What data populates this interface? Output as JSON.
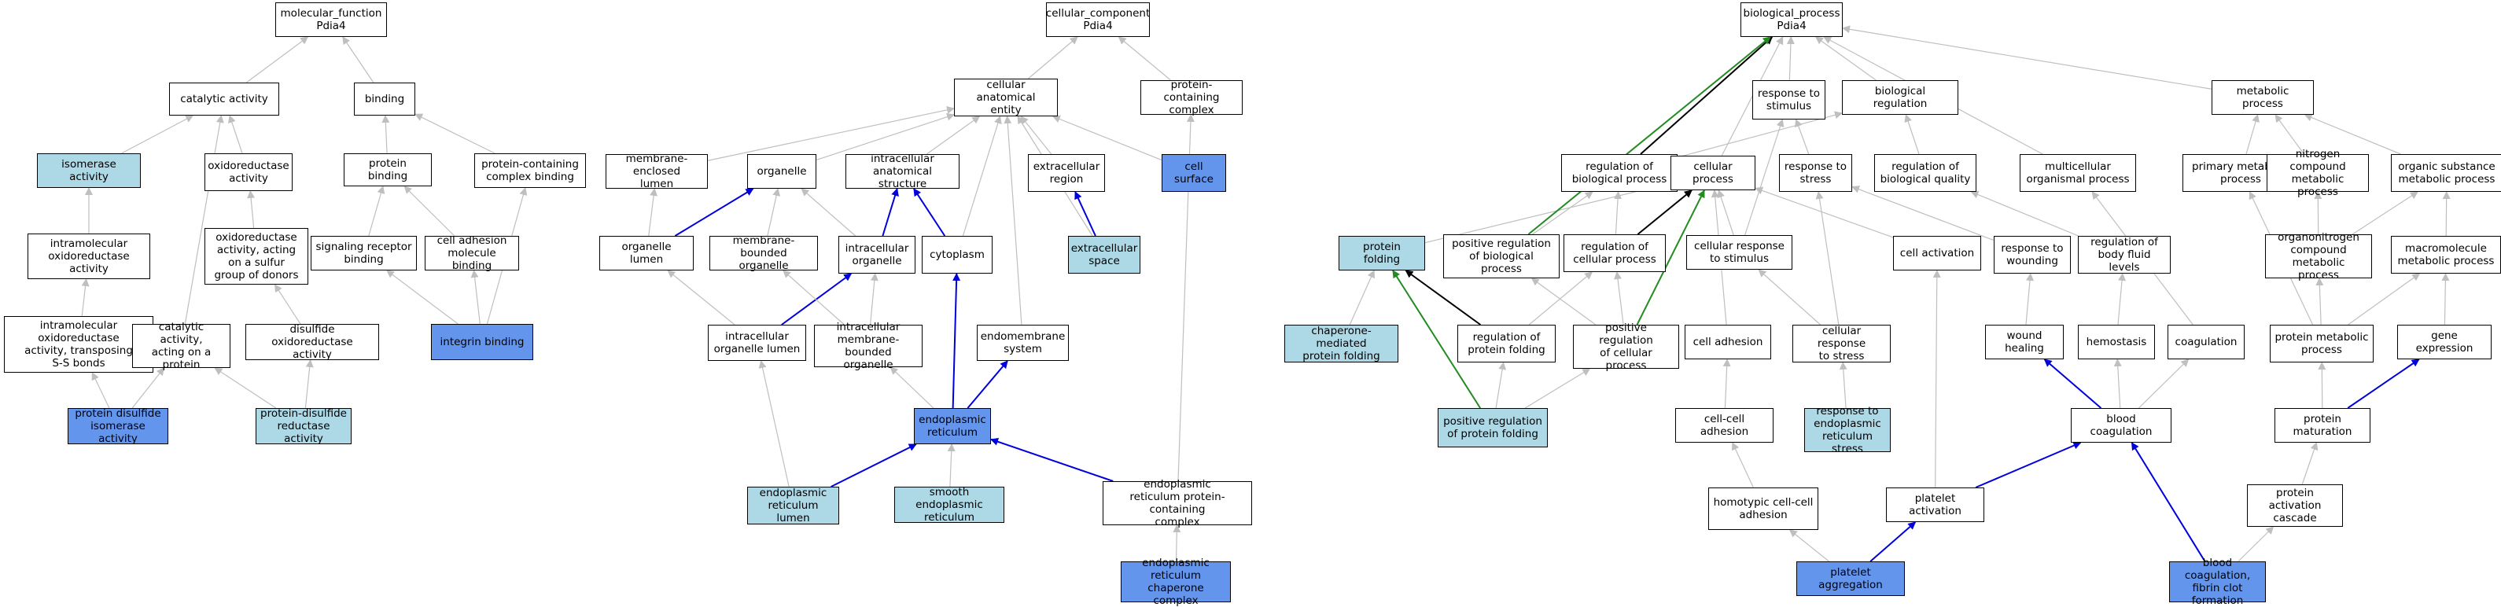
{
  "graph": {
    "nodes": [
      {
        "id": "mf_root",
        "label": "molecular_function\nPdia4",
        "fill": "#ffffff"
      },
      {
        "id": "catalytic",
        "label": "catalytic activity",
        "fill": "#ffffff"
      },
      {
        "id": "binding",
        "label": "binding",
        "fill": "#ffffff"
      },
      {
        "id": "isomerase",
        "label": "isomerase activity",
        "fill": "#add8e6"
      },
      {
        "id": "oxidoreductase",
        "label": "oxidoreductase\nactivity",
        "fill": "#ffffff"
      },
      {
        "id": "protein_binding",
        "label": "protein binding",
        "fill": "#ffffff"
      },
      {
        "id": "pc_complex_binding",
        "label": "protein-containing\ncomplex binding",
        "fill": "#ffffff"
      },
      {
        "id": "intramol_oxido",
        "label": "intramolecular\noxidoreductase\nactivity",
        "fill": "#ffffff"
      },
      {
        "id": "oxido_sulfur",
        "label": "oxidoreductase\nactivity, acting\non a sulfur\ngroup of donors",
        "fill": "#ffffff"
      },
      {
        "id": "signaling_receptor",
        "label": "signaling receptor\nbinding",
        "fill": "#ffffff"
      },
      {
        "id": "cell_adhesion_binding",
        "label": "cell adhesion\nmolecule binding",
        "fill": "#ffffff"
      },
      {
        "id": "intramol_transposing",
        "label": "intramolecular\noxidoreductase\nactivity, transposing\nS-S bonds",
        "fill": "#ffffff"
      },
      {
        "id": "catalytic_protein",
        "label": "catalytic activity,\nacting on a\nprotein",
        "fill": "#ffffff"
      },
      {
        "id": "disulfide_oxido",
        "label": "disulfide oxidoreductase\nactivity",
        "fill": "#ffffff"
      },
      {
        "id": "integrin",
        "label": "integrin binding",
        "fill": "#6495ed"
      },
      {
        "id": "pdi_isomerase",
        "label": "protein disulfide\nisomerase activity",
        "fill": "#6495ed"
      },
      {
        "id": "pd_reductase",
        "label": "protein-disulfide\nreductase activity",
        "fill": "#add8e6"
      },
      {
        "id": "cc_root",
        "label": "cellular_component\nPdia4",
        "fill": "#ffffff"
      },
      {
        "id": "cae",
        "label": "cellular anatomical\nentity",
        "fill": "#ffffff"
      },
      {
        "id": "pc_complex",
        "label": "protein-containing\ncomplex",
        "fill": "#ffffff"
      },
      {
        "id": "membrane_enclosed",
        "label": "membrane-enclosed\nlumen",
        "fill": "#ffffff"
      },
      {
        "id": "organelle",
        "label": "organelle",
        "fill": "#ffffff"
      },
      {
        "id": "intracellular_structure",
        "label": "intracellular\nanatomical structure",
        "fill": "#ffffff"
      },
      {
        "id": "extracellular_region",
        "label": "extracellular\nregion",
        "fill": "#ffffff"
      },
      {
        "id": "cell_surface",
        "label": "cell surface",
        "fill": "#6495ed"
      },
      {
        "id": "organelle_lumen",
        "label": "organelle lumen",
        "fill": "#ffffff"
      },
      {
        "id": "membrane_bounded",
        "label": "membrane-bounded\norganelle",
        "fill": "#ffffff"
      },
      {
        "id": "intracellular_organelle",
        "label": "intracellular\norganelle",
        "fill": "#ffffff"
      },
      {
        "id": "cytoplasm",
        "label": "cytoplasm",
        "fill": "#ffffff"
      },
      {
        "id": "extracellular_space",
        "label": "extracellular\nspace",
        "fill": "#add8e6"
      },
      {
        "id": "io_lumen",
        "label": "intracellular\norganelle lumen",
        "fill": "#ffffff"
      },
      {
        "id": "imb_organelle",
        "label": "intracellular\nmembrane-bounded\norganelle",
        "fill": "#ffffff"
      },
      {
        "id": "endomembrane",
        "label": "endomembrane\nsystem",
        "fill": "#ffffff"
      },
      {
        "id": "er",
        "label": "endoplasmic\nreticulum",
        "fill": "#6495ed"
      },
      {
        "id": "er_lumen",
        "label": "endoplasmic\nreticulum lumen",
        "fill": "#add8e6"
      },
      {
        "id": "smooth_er",
        "label": "smooth endoplasmic\nreticulum",
        "fill": "#add8e6"
      },
      {
        "id": "er_pc_complex",
        "label": "endoplasmic\nreticulum protein-containing\ncomplex",
        "fill": "#ffffff"
      },
      {
        "id": "er_chaperone",
        "label": "endoplasmic\nreticulum chaperone\ncomplex",
        "fill": "#6495ed"
      },
      {
        "id": "bp_root",
        "label": "biological_process\nPdia4",
        "fill": "#ffffff"
      },
      {
        "id": "response_stimulus",
        "label": "response to\nstimulus",
        "fill": "#ffffff"
      },
      {
        "id": "biological_regulation",
        "label": "biological regulation",
        "fill": "#ffffff"
      },
      {
        "id": "metabolic",
        "label": "metabolic process",
        "fill": "#ffffff"
      },
      {
        "id": "reg_bio_process",
        "label": "regulation of\nbiological process",
        "fill": "#ffffff"
      },
      {
        "id": "cellular_process",
        "label": "cellular process",
        "fill": "#ffffff"
      },
      {
        "id": "response_stress",
        "label": "response to\nstress",
        "fill": "#ffffff"
      },
      {
        "id": "reg_bio_quality",
        "label": "regulation of\nbiological quality",
        "fill": "#ffffff"
      },
      {
        "id": "multicellular",
        "label": "multicellular\norganismal process",
        "fill": "#ffffff"
      },
      {
        "id": "primary_metabolic",
        "label": "primary metabolic\nprocess",
        "fill": "#ffffff"
      },
      {
        "id": "nitrogen_compound",
        "label": "nitrogen compound\nmetabolic process",
        "fill": "#ffffff"
      },
      {
        "id": "organic_substance",
        "label": "organic substance\nmetabolic process",
        "fill": "#ffffff"
      },
      {
        "id": "protein_folding",
        "label": "protein folding",
        "fill": "#add8e6"
      },
      {
        "id": "pos_reg_bio",
        "label": "positive regulation\nof biological\nprocess",
        "fill": "#ffffff"
      },
      {
        "id": "reg_cellular",
        "label": "regulation of\ncellular process",
        "fill": "#ffffff"
      },
      {
        "id": "cell_resp_stimulus",
        "label": "cellular response\nto stimulus",
        "fill": "#ffffff"
      },
      {
        "id": "cell_activation",
        "label": "cell activation",
        "fill": "#ffffff"
      },
      {
        "id": "resp_wounding",
        "label": "response to\nwounding",
        "fill": "#ffffff"
      },
      {
        "id": "reg_body_fluid",
        "label": "regulation of\nbody fluid levels",
        "fill": "#ffffff"
      },
      {
        "id": "organonitrogen",
        "label": "organonitrogen\ncompound metabolic\nprocess",
        "fill": "#ffffff"
      },
      {
        "id": "macromolecule",
        "label": "macromolecule\nmetabolic process",
        "fill": "#ffffff"
      },
      {
        "id": "chaperone_folding",
        "label": "chaperone-mediated\nprotein folding",
        "fill": "#add8e6"
      },
      {
        "id": "reg_protein_folding",
        "label": "regulation of\nprotein folding",
        "fill": "#ffffff"
      },
      {
        "id": "pos_reg_cellular",
        "label": "positive regulation\nof cellular\nprocess",
        "fill": "#ffffff"
      },
      {
        "id": "cell_adhesion",
        "label": "cell adhesion",
        "fill": "#ffffff"
      },
      {
        "id": "cell_resp_stress",
        "label": "cellular response\nto stress",
        "fill": "#ffffff"
      },
      {
        "id": "wound_healing",
        "label": "wound healing",
        "fill": "#ffffff"
      },
      {
        "id": "hemostasis",
        "label": "hemostasis",
        "fill": "#ffffff"
      },
      {
        "id": "coagulation",
        "label": "coagulation",
        "fill": "#ffffff"
      },
      {
        "id": "protein_metabolic",
        "label": "protein metabolic\nprocess",
        "fill": "#ffffff"
      },
      {
        "id": "gene_expression",
        "label": "gene expression",
        "fill": "#ffffff"
      },
      {
        "id": "pos_reg_protein_folding",
        "label": "positive regulation\nof protein folding",
        "fill": "#add8e6"
      },
      {
        "id": "cell_cell_adhesion",
        "label": "cell-cell adhesion",
        "fill": "#ffffff"
      },
      {
        "id": "resp_er_stress",
        "label": "response to\nendoplasmic\nreticulum stress",
        "fill": "#add8e6"
      },
      {
        "id": "blood_coagulation",
        "label": "blood coagulation",
        "fill": "#ffffff"
      },
      {
        "id": "protein_maturation",
        "label": "protein maturation",
        "fill": "#ffffff"
      },
      {
        "id": "homotypic",
        "label": "homotypic cell-cell\nadhesion",
        "fill": "#ffffff"
      },
      {
        "id": "platelet_activation",
        "label": "platelet activation",
        "fill": "#ffffff"
      },
      {
        "id": "protein_activation_cascade",
        "label": "protein activation\ncascade",
        "fill": "#ffffff"
      },
      {
        "id": "platelet_aggregation",
        "label": "platelet aggregation",
        "fill": "#6495ed"
      },
      {
        "id": "fibrin_clot",
        "label": "blood coagulation,\nfibrin clot\nformation",
        "fill": "#6495ed"
      }
    ],
    "edges": [
      [
        "catalytic",
        "mf_root",
        "gray"
      ],
      [
        "binding",
        "mf_root",
        "gray"
      ],
      [
        "isomerase",
        "catalytic",
        "gray"
      ],
      [
        "oxidoreductase",
        "catalytic",
        "gray"
      ],
      [
        "protein_binding",
        "binding",
        "gray"
      ],
      [
        "pc_complex_binding",
        "binding",
        "gray"
      ],
      [
        "intramol_oxido",
        "isomerase",
        "gray"
      ],
      [
        "oxido_sulfur",
        "oxidoreductase",
        "gray"
      ],
      [
        "signaling_receptor",
        "protein_binding",
        "gray"
      ],
      [
        "cell_adhesion_binding",
        "protein_binding",
        "gray"
      ],
      [
        "intramol_transposing",
        "intramol_oxido",
        "gray"
      ],
      [
        "catalytic_protein",
        "catalytic",
        "gray"
      ],
      [
        "disulfide_oxido",
        "oxido_sulfur",
        "gray"
      ],
      [
        "integrin",
        "signaling_receptor",
        "gray"
      ],
      [
        "integrin",
        "cell_adhesion_binding",
        "gray"
      ],
      [
        "integrin",
        "pc_complex_binding",
        "gray"
      ],
      [
        "pdi_isomerase",
        "intramol_transposing",
        "gray"
      ],
      [
        "pdi_isomerase",
        "catalytic_protein",
        "gray"
      ],
      [
        "pd_reductase",
        "catalytic_protein",
        "gray"
      ],
      [
        "pd_reductase",
        "disulfide_oxido",
        "gray"
      ],
      [
        "cae",
        "cc_root",
        "gray"
      ],
      [
        "pc_complex",
        "cc_root",
        "gray"
      ],
      [
        "membrane_enclosed",
        "cae",
        "gray"
      ],
      [
        "organelle",
        "cae",
        "gray"
      ],
      [
        "intracellular_structure",
        "cae",
        "gray"
      ],
      [
        "extracellular_region",
        "cae",
        "gray"
      ],
      [
        "cell_surface",
        "cae",
        "gray"
      ],
      [
        "organelle_lumen",
        "organelle",
        "blue"
      ],
      [
        "organelle_lumen",
        "membrane_enclosed",
        "gray"
      ],
      [
        "membrane_bounded",
        "organelle",
        "gray"
      ],
      [
        "intracellular_organelle",
        "organelle",
        "gray"
      ],
      [
        "intracellular_organelle",
        "intracellular_structure",
        "blue"
      ],
      [
        "cytoplasm",
        "intracellular_structure",
        "blue"
      ],
      [
        "cytoplasm",
        "cae",
        "gray"
      ],
      [
        "extracellular_space",
        "extracellular_region",
        "blue"
      ],
      [
        "extracellular_space",
        "cae",
        "gray"
      ],
      [
        "io_lumen",
        "intracellular_organelle",
        "blue"
      ],
      [
        "io_lumen",
        "organelle_lumen",
        "gray"
      ],
      [
        "imb_organelle",
        "intracellular_organelle",
        "gray"
      ],
      [
        "imb_organelle",
        "membrane_bounded",
        "gray"
      ],
      [
        "endomembrane",
        "cae",
        "gray"
      ],
      [
        "er",
        "cytoplasm",
        "blue"
      ],
      [
        "er",
        "endomembrane",
        "blue"
      ],
      [
        "er",
        "imb_organelle",
        "gray"
      ],
      [
        "er_lumen",
        "er",
        "blue"
      ],
      [
        "er_lumen",
        "io_lumen",
        "gray"
      ],
      [
        "smooth_er",
        "er",
        "gray"
      ],
      [
        "er_pc_complex",
        "er",
        "blue"
      ],
      [
        "er_pc_complex",
        "pc_complex",
        "gray"
      ],
      [
        "er_chaperone",
        "er_pc_complex",
        "gray"
      ],
      [
        "response_stimulus",
        "bp_root",
        "gray"
      ],
      [
        "biological_regulation",
        "bp_root",
        "gray"
      ],
      [
        "metabolic",
        "bp_root",
        "gray"
      ],
      [
        "reg_bio_process",
        "bp_root",
        "black"
      ],
      [
        "reg_bio_process",
        "biological_regulation",
        "gray"
      ],
      [
        "cellular_process",
        "bp_root",
        "gray"
      ],
      [
        "response_stress",
        "response_stimulus",
        "gray"
      ],
      [
        "reg_bio_quality",
        "biological_regulation",
        "gray"
      ],
      [
        "multicellular",
        "bp_root",
        "gray"
      ],
      [
        "primary_metabolic",
        "metabolic",
        "gray"
      ],
      [
        "nitrogen_compound",
        "metabolic",
        "gray"
      ],
      [
        "organic_substance",
        "metabolic",
        "gray"
      ],
      [
        "protein_folding",
        "cellular_process",
        "gray"
      ],
      [
        "pos_reg_bio",
        "bp_root",
        "green"
      ],
      [
        "pos_reg_bio",
        "reg_bio_process",
        "gray"
      ],
      [
        "reg_cellular",
        "reg_bio_process",
        "gray"
      ],
      [
        "reg_cellular",
        "cellular_process",
        "black"
      ],
      [
        "cell_resp_stimulus",
        "response_stimulus",
        "gray"
      ],
      [
        "cell_resp_stimulus",
        "cellular_process",
        "gray"
      ],
      [
        "cell_activation",
        "cellular_process",
        "gray"
      ],
      [
        "resp_wounding",
        "response_stress",
        "gray"
      ],
      [
        "reg_body_fluid",
        "reg_bio_quality",
        "gray"
      ],
      [
        "organonitrogen",
        "nitrogen_compound",
        "gray"
      ],
      [
        "organonitrogen",
        "organic_substance",
        "gray"
      ],
      [
        "macromolecule",
        "organic_substance",
        "gray"
      ],
      [
        "chaperone_folding",
        "protein_folding",
        "gray"
      ],
      [
        "reg_protein_folding",
        "protein_folding",
        "black"
      ],
      [
        "reg_protein_folding",
        "reg_cellular",
        "gray"
      ],
      [
        "pos_reg_cellular",
        "pos_reg_bio",
        "gray"
      ],
      [
        "pos_reg_cellular",
        "reg_cellular",
        "gray"
      ],
      [
        "pos_reg_cellular",
        "cellular_process",
        "green"
      ],
      [
        "cell_adhesion",
        "cellular_process",
        "gray"
      ],
      [
        "cell_resp_stress",
        "cell_resp_stimulus",
        "gray"
      ],
      [
        "cell_resp_stress",
        "response_stress",
        "gray"
      ],
      [
        "wound_healing",
        "resp_wounding",
        "gray"
      ],
      [
        "hemostasis",
        "reg_body_fluid",
        "gray"
      ],
      [
        "coagulation",
        "multicellular",
        "gray"
      ],
      [
        "protein_metabolic",
        "organonitrogen",
        "gray"
      ],
      [
        "protein_metabolic",
        "macromolecule",
        "gray"
      ],
      [
        "protein_metabolic",
        "primary_metabolic",
        "gray"
      ],
      [
        "gene_expression",
        "macromolecule",
        "gray"
      ],
      [
        "pos_reg_protein_folding",
        "protein_folding",
        "green"
      ],
      [
        "pos_reg_protein_folding",
        "reg_protein_folding",
        "gray"
      ],
      [
        "pos_reg_protein_folding",
        "pos_reg_cellular",
        "gray"
      ],
      [
        "cell_cell_adhesion",
        "cell_adhesion",
        "gray"
      ],
      [
        "resp_er_stress",
        "cell_resp_stress",
        "gray"
      ],
      [
        "blood_coagulation",
        "wound_healing",
        "blue"
      ],
      [
        "blood_coagulation",
        "hemostasis",
        "gray"
      ],
      [
        "blood_coagulation",
        "coagulation",
        "gray"
      ],
      [
        "protein_maturation",
        "protein_metabolic",
        "gray"
      ],
      [
        "protein_maturation",
        "gene_expression",
        "blue"
      ],
      [
        "homotypic",
        "cell_cell_adhesion",
        "gray"
      ],
      [
        "platelet_activation",
        "cell_activation",
        "gray"
      ],
      [
        "platelet_activation",
        "blood_coagulation",
        "blue"
      ],
      [
        "protein_activation_cascade",
        "protein_maturation",
        "gray"
      ],
      [
        "platelet_aggregation",
        "homotypic",
        "gray"
      ],
      [
        "platelet_aggregation",
        "platelet_activation",
        "blue"
      ],
      [
        "fibrin_clot",
        "blood_coagulation",
        "blue"
      ],
      [
        "fibrin_clot",
        "protein_activation_cascade",
        "gray"
      ]
    ],
    "edge_colors": {
      "gray": "#bfbfbf",
      "blue": "#0000dd",
      "green": "#228b22",
      "black": "#000000"
    }
  }
}
